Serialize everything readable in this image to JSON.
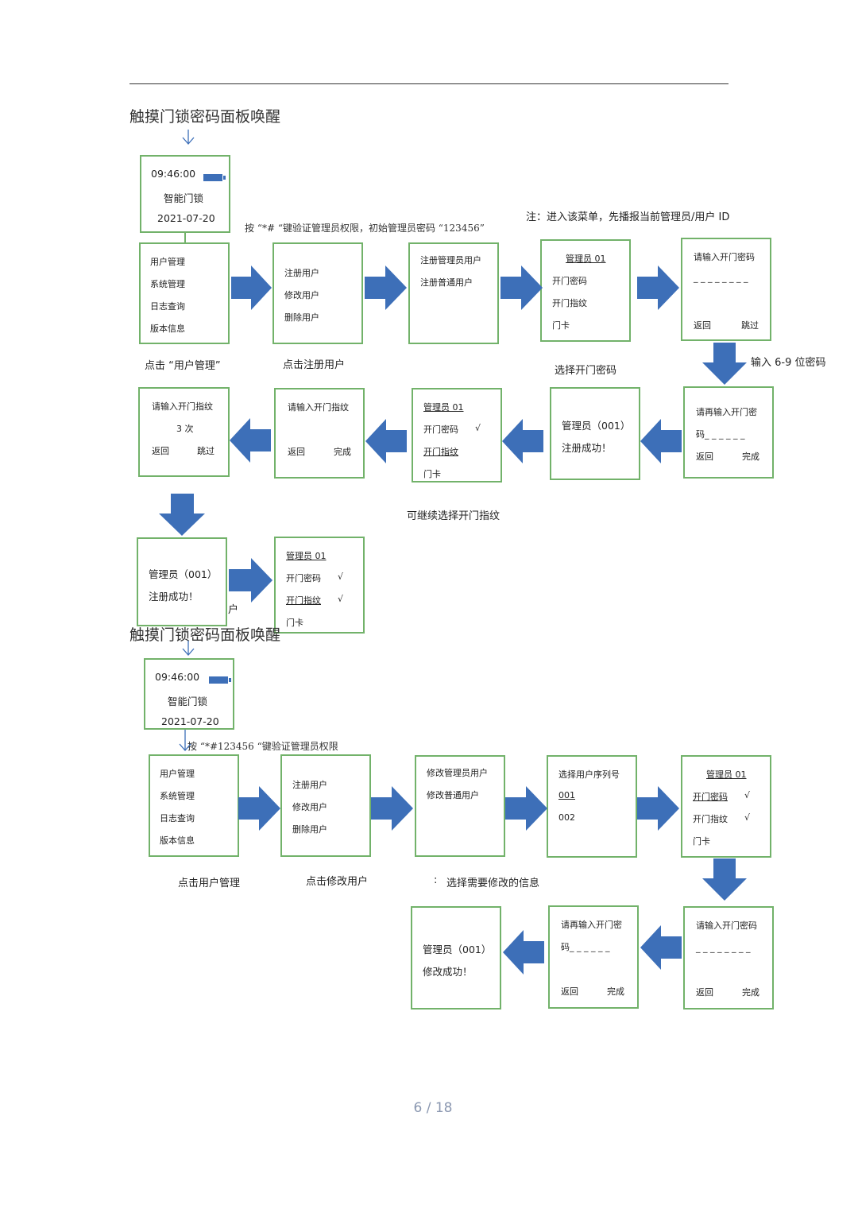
{
  "page": {
    "number": "6 / 18"
  },
  "section1": {
    "title": "触摸门锁密码面板唤醒",
    "instruction": "按 “*# “键验证管理员权限，初始管理员密码 “123456”",
    "note": "注：进入该菜单，先播报当前管理员/用户 ID",
    "label_user_mgmt": "点击 “用户管理”",
    "label_register": "点击注册用户",
    "label_choose_pwd": "选择开门密码",
    "label_input_len": "输入 6-9 位密码",
    "label_continue": "可继续选择开门指纹",
    "overlap_glyph": "户",
    "home": {
      "time": "09:46:00",
      "name": "智能门锁",
      "date": "2021-07-20"
    },
    "menu": [
      "用户管理",
      "系统管理",
      "日志查询",
      "版本信息"
    ],
    "user_ops": [
      "注册用户",
      "修改用户",
      "删除用户"
    ],
    "reg_types": [
      "注册管理员用户",
      "注册普通用户"
    ],
    "admin_menu": {
      "title": "管理员 01",
      "items": [
        "开门密码",
        "开门指纹",
        "门卡"
      ]
    },
    "enter_pwd": {
      "prompt": "请输入开门密码",
      "dashes": "_ _ _ _ _ _ _ _",
      "back": "返回",
      "skip": "跳过"
    },
    "reenter_pwd": {
      "prompt": "请再输入开门密",
      "line2": "码_ _ _ _ _ _",
      "back": "返回",
      "done": "完成"
    },
    "reg_success": {
      "line1": "管理员（001）",
      "line2": "注册成功！"
    },
    "admin_menu_pwd": {
      "title": "管理员 01",
      "items": [
        "开门密码",
        "开门指纹",
        "门卡"
      ],
      "check": "√"
    },
    "enter_fp": {
      "prompt": "请输入开门指纹",
      "back": "返回",
      "done": "完成"
    },
    "enter_fp3": {
      "prompt": "请输入开门指纹",
      "count": "3 次",
      "back": "返回",
      "skip": "跳过"
    },
    "reg_success2": {
      "line1": "管理员（001）",
      "line2": "注册成功！"
    },
    "admin_menu_final": {
      "title": "管理员 01",
      "items": [
        "开门密码",
        "开门指纹",
        "门卡"
      ],
      "check": "√"
    }
  },
  "section2": {
    "title": "触摸门锁密码面板唤醒",
    "instruction": "按 “*#123456 “键验证管理员权限",
    "label_user_mgmt": "点击用户管理",
    "label_modify": "点击修改用户",
    "label_select_info": "选择需要修改的信息",
    "colon": ":",
    "home": {
      "time": "09:46:00",
      "name": "智能门锁",
      "date": "2021-07-20"
    },
    "menu": [
      "用户管理",
      "系统管理",
      "日志查询",
      "版本信息"
    ],
    "user_ops": [
      "注册用户",
      "修改用户",
      "删除用户"
    ],
    "mod_types": [
      "修改管理员用户",
      "修改普通用户"
    ],
    "select_seq": {
      "title": "选择用户序列号",
      "items": [
        "001",
        "002"
      ]
    },
    "admin_menu": {
      "title": "管理员 01",
      "items": [
        "开门密码",
        "开门指纹",
        "门卡"
      ],
      "check": "√"
    },
    "enter_pwd": {
      "prompt": "请输入开门密码",
      "dashes": "_ _ _ _ _ _ _ _",
      "back": "返回",
      "done": "完成"
    },
    "reenter_pwd": {
      "prompt": "请再输入开门密",
      "line2": "码_ _ _ _ _ _",
      "back": "返回",
      "done": "完成"
    },
    "mod_success": {
      "line1": "管理员（001）",
      "line2": "修改成功！"
    }
  },
  "colors": {
    "screen_border": "#72b26a",
    "arrow": "#3d6fb8"
  }
}
